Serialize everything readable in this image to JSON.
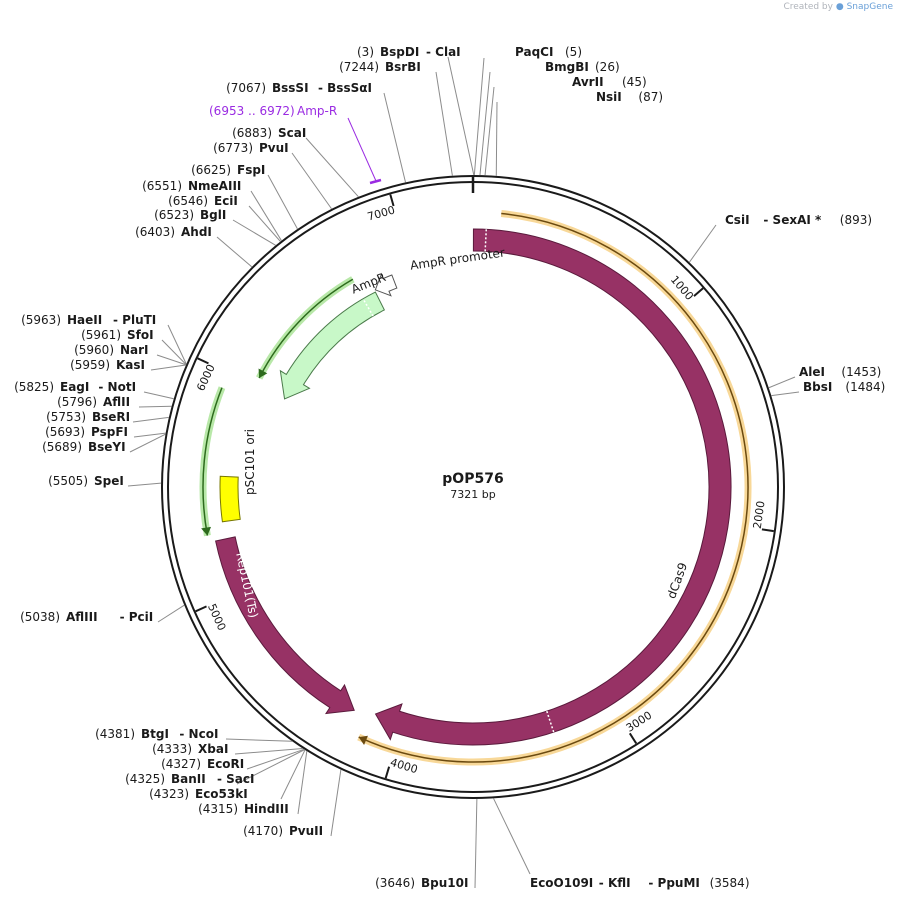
{
  "header": {
    "credit_prefix": "Created by",
    "credit_brand": "SnapGene"
  },
  "plasmid": {
    "name": "pOP576",
    "size_label": "7321 bp",
    "length": 7321
  },
  "colors": {
    "cds": "#973265",
    "amp": "#c8f8c8",
    "amp_stroke": "#3a7a3a",
    "ori": "#ffff00",
    "orange_band": "#f8d898",
    "green_band": "#b8e8a8",
    "primer_bind": "#9a2be2",
    "backbone": "#1a1a1a"
  },
  "ticks": [
    {
      "pos": 1000,
      "label": "1000"
    },
    {
      "pos": 2000,
      "label": "2000"
    },
    {
      "pos": 3000,
      "label": "3000"
    },
    {
      "pos": 4000,
      "label": "4000"
    },
    {
      "pos": 5000,
      "label": "5000"
    },
    {
      "pos": 6000,
      "label": "6000"
    },
    {
      "pos": 7000,
      "label": "7000"
    }
  ],
  "features": [
    {
      "name": "dCas9",
      "type": "cds",
      "start": 2,
      "end": 4133,
      "strand": 1
    },
    {
      "name": "Rep101(Ts)",
      "type": "cds",
      "start": 4230,
      "end": 5250,
      "strand": -1
    },
    {
      "name": "pSC101 ori",
      "type": "ori",
      "start": 5330,
      "end": 5540,
      "strand": 1
    },
    {
      "name": "AmpR",
      "type": "amp",
      "start": 6000,
      "end": 6780,
      "strand": -1
    },
    {
      "name": "AmpR promoter",
      "type": "promoter",
      "start": 6785,
      "end": 6895,
      "strand": -1
    }
  ],
  "bands": [
    {
      "type": "orange",
      "start": 120,
      "end": 4160,
      "strand": 1
    },
    {
      "type": "green",
      "start": 5280,
      "end": 5930,
      "strand": -1
    },
    {
      "type": "green",
      "start": 6040,
      "end": 6710,
      "strand": -1
    }
  ],
  "primer_site": {
    "label_range": "(6953 .. 6972)",
    "label_name": "Amp-R",
    "start": 6953,
    "end": 6972
  },
  "sites": [
    {
      "name": "BspDI",
      "name2": "ClaI",
      "pos": "(3)",
      "bp": 3
    },
    {
      "name": "BsrBI",
      "name2": "",
      "pos": "(7244)",
      "bp": 7244
    },
    {
      "name": "PaqCI",
      "name2": "",
      "pos": "(5)",
      "bp": 5
    },
    {
      "name": "BmgBI",
      "name2": "",
      "pos": "(26)",
      "bp": 26
    },
    {
      "name": "AvrII",
      "name2": "",
      "pos": "(45)",
      "bp": 45
    },
    {
      "name": "NsiI",
      "name2": "",
      "pos": "(87)",
      "bp": 87
    },
    {
      "name": "BssSI",
      "name2": "BssSαI",
      "pos": "(7067)",
      "bp": 7067
    },
    {
      "name": "ScaI",
      "name2": "",
      "pos": "(6883)",
      "bp": 6883
    },
    {
      "name": "PvuI",
      "name2": "",
      "pos": "(6773)",
      "bp": 6773
    },
    {
      "name": "FspI",
      "name2": "",
      "pos": "(6625)",
      "bp": 6625
    },
    {
      "name": "NmeAIII",
      "name2": "",
      "pos": "(6551)",
      "bp": 6551
    },
    {
      "name": "EciI",
      "name2": "",
      "pos": "(6546)",
      "bp": 6546
    },
    {
      "name": "BglI",
      "name2": "",
      "pos": "(6523)",
      "bp": 6523
    },
    {
      "name": "AhdI",
      "name2": "",
      "pos": "(6403)",
      "bp": 6403
    },
    {
      "name": "CsiI",
      "name2": "SexAI *",
      "pos": "(893)",
      "bp": 893
    },
    {
      "name": "AleI",
      "name2": "",
      "pos": "(1453)",
      "bp": 1453
    },
    {
      "name": "BbsI",
      "name2": "",
      "pos": "(1484)",
      "bp": 1484
    },
    {
      "name": "HaeII",
      "name2": "PluTI",
      "pos": "(5963)",
      "bp": 5963
    },
    {
      "name": "SfoI",
      "name2": "",
      "pos": "(5961)",
      "bp": 5961
    },
    {
      "name": "NarI",
      "name2": "",
      "pos": "(5960)",
      "bp": 5960
    },
    {
      "name": "KasI",
      "name2": "",
      "pos": "(5959)",
      "bp": 5959
    },
    {
      "name": "EagI",
      "name2": "NotI",
      "pos": "(5825)",
      "bp": 5825
    },
    {
      "name": "AflII",
      "name2": "",
      "pos": "(5796)",
      "bp": 5796
    },
    {
      "name": "BseRI",
      "name2": "",
      "pos": "(5753)",
      "bp": 5753
    },
    {
      "name": "PspFI",
      "name2": "",
      "pos": "(5693)",
      "bp": 5693
    },
    {
      "name": "BseYI",
      "name2": "",
      "pos": "(5689)",
      "bp": 5689
    },
    {
      "name": "SpeI",
      "name2": "",
      "pos": "(5505)",
      "bp": 5505
    },
    {
      "name": "AflIII",
      "name2": "PciI",
      "pos": "(5038)",
      "bp": 5038
    },
    {
      "name": "BtgI",
      "name2": "NcoI",
      "pos": "(4381)",
      "bp": 4381
    },
    {
      "name": "XbaI",
      "name2": "",
      "pos": "(4333)",
      "bp": 4333
    },
    {
      "name": "EcoRI",
      "name2": "",
      "pos": "(4327)",
      "bp": 4327
    },
    {
      "name": "BanII",
      "name2": "SacI",
      "pos": "(4325)",
      "bp": 4325
    },
    {
      "name": "Eco53kI",
      "name2": "",
      "pos": "(4323)",
      "bp": 4323
    },
    {
      "name": "HindIII",
      "name2": "",
      "pos": "(4315)",
      "bp": 4315
    },
    {
      "name": "PvuII",
      "name2": "",
      "pos": "(4170)",
      "bp": 4170
    },
    {
      "name": "Bpu10I",
      "name2": "",
      "pos": "(3646)",
      "bp": 3646
    },
    {
      "name": "EcoO109I",
      "name2": "KflI",
      "name3": "PpuMI",
      "pos": "(3584)",
      "bp": 3584
    }
  ]
}
